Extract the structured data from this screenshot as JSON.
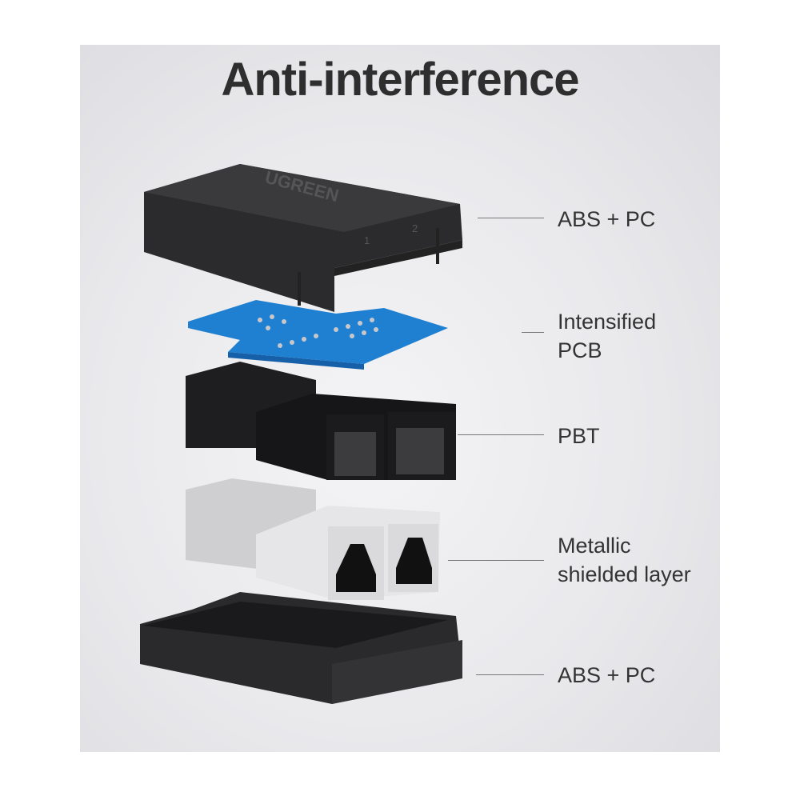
{
  "title": "Anti-interference",
  "brand_logo": "UGREEN",
  "port_numbers": [
    "1",
    "2"
  ],
  "layers": [
    {
      "label_line1": "ABS + PC",
      "label_line2": ""
    },
    {
      "label_line1": "Intensified",
      "label_line2": "PCB"
    },
    {
      "label_line1": "PBT",
      "label_line2": ""
    },
    {
      "label_line1": "Metallic",
      "label_line2": "shielded layer"
    },
    {
      "label_line1": "ABS + PC",
      "label_line2": ""
    }
  ],
  "colors": {
    "housing": "#2b2b2d",
    "pcb": "#1f7fd0",
    "shield": "#d8d8da",
    "text": "#333333"
  }
}
